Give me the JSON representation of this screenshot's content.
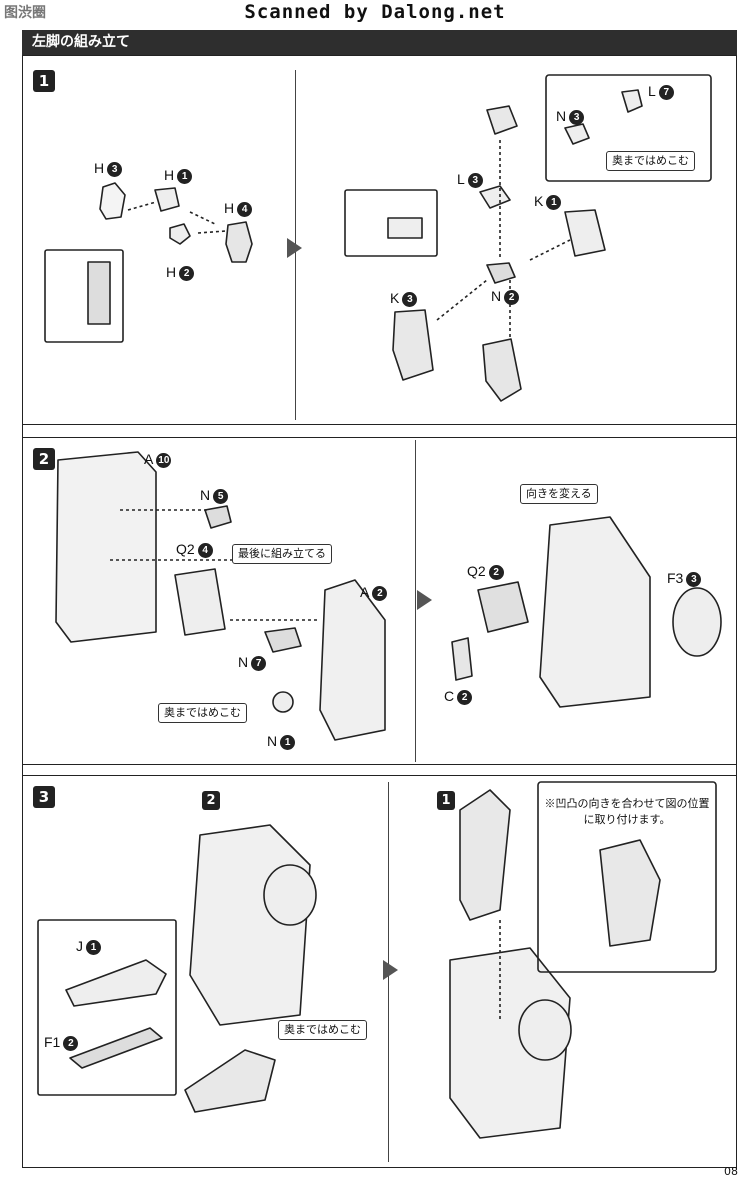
{
  "watermark": "Scanned by Dalong.net",
  "site_logo": "图渋圈",
  "header": {
    "title": "左脚の組み立て"
  },
  "page_number": "08",
  "steps": [
    {
      "num": "1"
    },
    {
      "num": "2"
    },
    {
      "num": "3"
    }
  ],
  "step1": {
    "left_labels": {
      "h3": "H",
      "h1": "H",
      "h4": "H",
      "h2": "H"
    },
    "right_labels": {
      "l7": "L",
      "n3": "N",
      "l3": "L",
      "k1": "K",
      "k3": "K",
      "n2": "N"
    },
    "note": "奥まではめこむ"
  },
  "step2": {
    "left_labels": {
      "a10": "A",
      "n5": "N",
      "q24": "Q2",
      "a2": "A",
      "n7": "N",
      "n1": "N"
    },
    "callout_last": "最後に組み立てる",
    "note": "奥まではめこむ",
    "right_callout": "向きを変える",
    "right_labels": {
      "q22": "Q2",
      "f33": "F3",
      "c2": "C"
    }
  },
  "step3": {
    "labels": {
      "j1": "J",
      "f12": "F1"
    },
    "note": "奥まではめこむ",
    "remark": "※凹凸の向きを合わせて図の位置に取り付けます。"
  }
}
